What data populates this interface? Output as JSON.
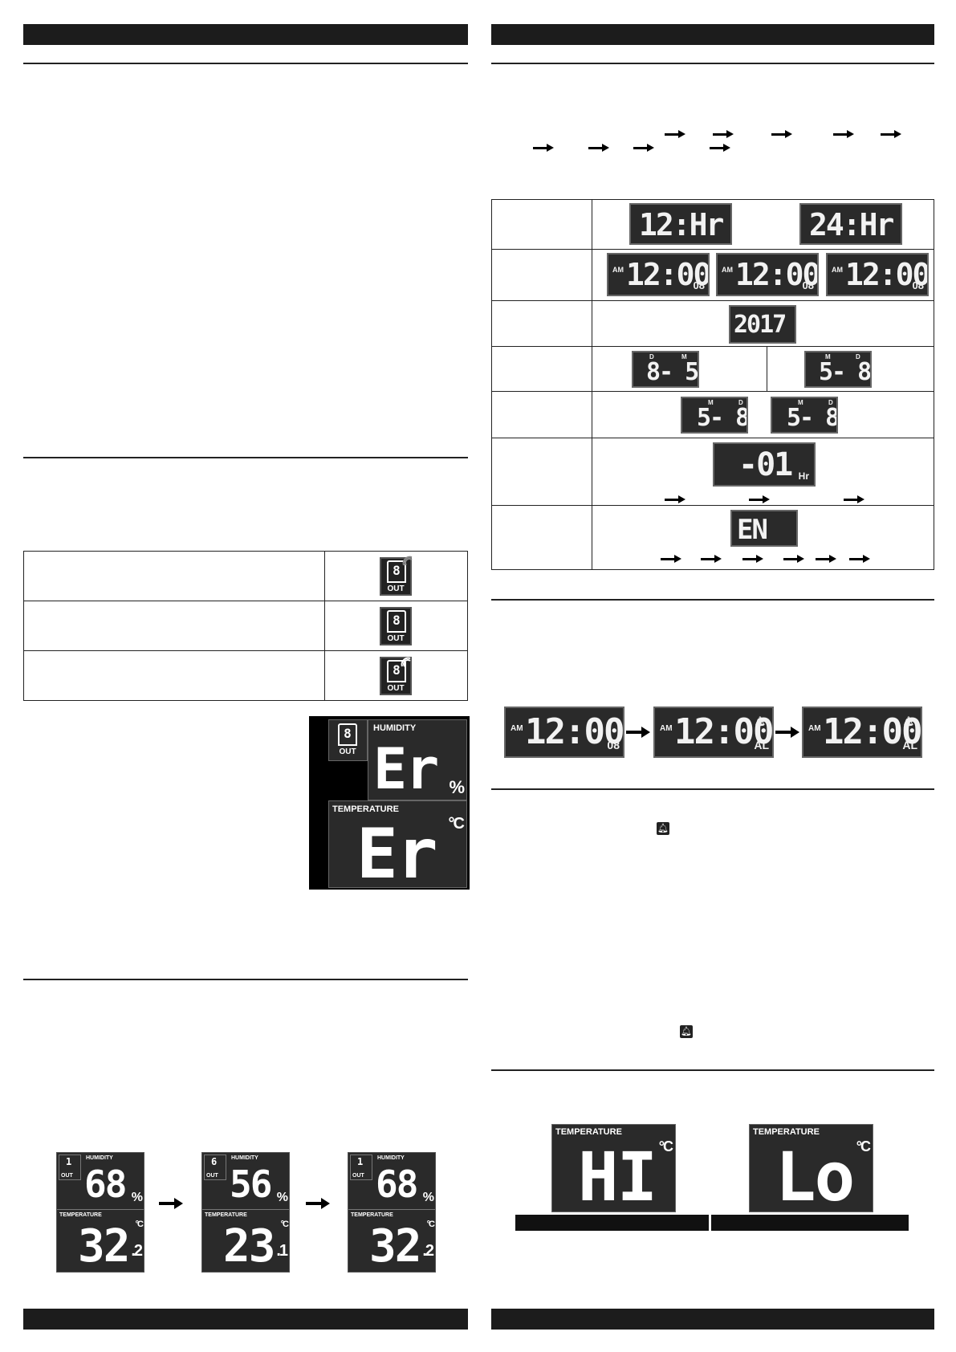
{
  "colors": {
    "lcd_bg": "#2a2a2a",
    "header_bar": "#1c1c1c",
    "segment": "#f2f2f2",
    "ghost_segment": "#4a4a4a"
  },
  "icons": {
    "outdoor": "outdoor-sensor-icon",
    "signal": "signal-waves-icon",
    "bell": "alarm-bell-icon",
    "arrow": "right-arrow-icon"
  },
  "settings_table": {
    "row1": {
      "left": "12:Hr",
      "right": "24:Hr"
    },
    "row2": {
      "am": "AM",
      "time": "12:00",
      "sec": "08"
    },
    "row3": {
      "year": "2017"
    },
    "row4": {
      "left": "8- 5",
      "right": "5- 8",
      "d": "D",
      "m": "M"
    },
    "row5": {
      "value": "5- 8"
    },
    "row6": {
      "value": "-01",
      "unit": "Hr"
    },
    "row7": {
      "value": "EN"
    }
  },
  "sensor_table": {
    "channel": "8",
    "out": "OUT"
  },
  "error_display": {
    "channel": "8",
    "out": "OUT",
    "humidity": "HUMIDITY",
    "humidity_val": "Er",
    "pct": "%",
    "temperature": "TEMPERATURE",
    "temp_val": "Er",
    "unit": "°C"
  },
  "channel_displays": [
    {
      "ch": "1",
      "out": "OUT",
      "humidity": "HUMIDITY",
      "hum": "68",
      "pct": "%",
      "temperature": "TEMPERATURE",
      "temp": "32",
      "dec": ".2",
      "unit": "°C"
    },
    {
      "ch": "6",
      "out": "OUT",
      "humidity": "HUMIDITY",
      "hum": "56",
      "pct": "%",
      "temperature": "TEMPERATURE",
      "temp": "23",
      "dec": ".1",
      "unit": "°C"
    },
    {
      "ch": "1",
      "out": "OUT",
      "humidity": "HUMIDITY",
      "hum": "68",
      "pct": "%",
      "temperature": "TEMPERATURE",
      "temp": "32",
      "dec": ".2",
      "unit": "°C"
    }
  ],
  "alarm_displays": [
    {
      "am": "AM",
      "time": "12:00",
      "tail": "08"
    },
    {
      "am": "AM",
      "time": "12:00",
      "tail": "AL"
    },
    {
      "am": "AM",
      "time": "12:00",
      "tail": "AL"
    }
  ],
  "minmax": {
    "hi": {
      "label": "TEMPERATURE",
      "val": "HI",
      "unit": "°C"
    },
    "lo": {
      "label": "TEMPERATURE",
      "val": "Lo",
      "unit": "°C"
    }
  }
}
